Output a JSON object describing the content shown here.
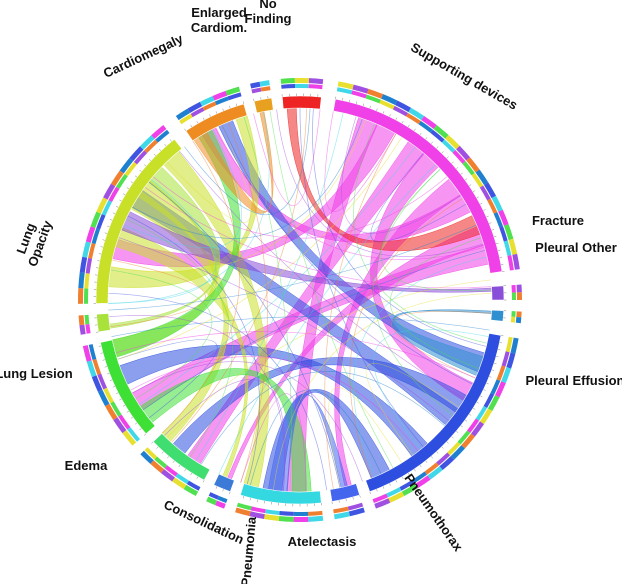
{
  "chart_data": {
    "type": "chord",
    "categories": [
      {
        "name": "No Finding",
        "label_lines": [
          "No",
          "Finding"
        ],
        "color": "#ee2424"
      },
      {
        "name": "Supporting devices",
        "label_lines": [
          "Supporting devices"
        ],
        "color": "#f040e8"
      },
      {
        "name": "Fracture",
        "label_lines": [
          "Fracture"
        ],
        "color": "#8a4fd8"
      },
      {
        "name": "Pleural Other",
        "label_lines": [
          "Pleural Other"
        ],
        "color": "#2f8fd0"
      },
      {
        "name": "Pleural Effusion",
        "label_lines": [
          "Pleural Effusion"
        ],
        "color": "#2e4ee0"
      },
      {
        "name": "Pneumothorax",
        "label_lines": [
          "Pneumothorax"
        ],
        "color": "#4466ee"
      },
      {
        "name": "Atelectasis",
        "label_lines": [
          "Atelectasis"
        ],
        "color": "#34d8e0"
      },
      {
        "name": "Pneumonia",
        "label_lines": [
          "Pneumonia"
        ],
        "color": "#3c7ad8"
      },
      {
        "name": "Consolidation",
        "label_lines": [
          "Consolidation"
        ],
        "color": "#40dd70"
      },
      {
        "name": "Edema",
        "label_lines": [
          "Edema"
        ],
        "color": "#3fe036"
      },
      {
        "name": "Lung Lesion",
        "label_lines": [
          "Lung Lesion"
        ],
        "color": "#a8e23a"
      },
      {
        "name": "Lung Opacity",
        "label_lines": [
          "Lung",
          "Opacity"
        ],
        "color": "#c8e028"
      },
      {
        "name": "Cardiomegaly",
        "label_lines": [
          "Cardiomegaly"
        ],
        "color": "#ee8c22"
      },
      {
        "name": "Enlarged Cardiom.",
        "label_lines": [
          "Enlarged",
          "Cardiom."
        ],
        "color": "#e8a020"
      }
    ],
    "chords": [
      {
        "from": "Supporting devices",
        "to": "Lung Opacity"
      },
      {
        "from": "Supporting devices",
        "to": "Pleural Effusion"
      },
      {
        "from": "Supporting devices",
        "to": "Cardiomegaly"
      },
      {
        "from": "Supporting devices",
        "to": "Edema"
      },
      {
        "from": "Supporting devices",
        "to": "Atelectasis"
      },
      {
        "from": "Supporting devices",
        "to": "Consolidation"
      },
      {
        "from": "Supporting devices",
        "to": "Pneumothorax"
      },
      {
        "from": "Supporting devices",
        "to": "Pneumonia"
      },
      {
        "from": "Pleural Effusion",
        "to": "Lung Opacity"
      },
      {
        "from": "Pleural Effusion",
        "to": "Edema"
      },
      {
        "from": "Pleural Effusion",
        "to": "Atelectasis"
      },
      {
        "from": "Pleural Effusion",
        "to": "Cardiomegaly"
      },
      {
        "from": "Pleural Effusion",
        "to": "Consolidation"
      },
      {
        "from": "Lung Opacity",
        "to": "Edema"
      },
      {
        "from": "Lung Opacity",
        "to": "Atelectasis"
      },
      {
        "from": "Lung Opacity",
        "to": "Cardiomegaly"
      },
      {
        "from": "Lung Opacity",
        "to": "Pneumonia"
      },
      {
        "from": "Lung Opacity",
        "to": "Consolidation"
      },
      {
        "from": "Edema",
        "to": "Cardiomegaly"
      },
      {
        "from": "Edema",
        "to": "Atelectasis"
      },
      {
        "from": "Pneumothorax",
        "to": "Atelectasis"
      },
      {
        "from": "Cardiomegaly",
        "to": "Enlarged Cardiom."
      },
      {
        "from": "No Finding",
        "to": "Supporting devices"
      },
      {
        "from": "Fracture",
        "to": "Lung Opacity"
      },
      {
        "from": "Pleural Other",
        "to": "Pleural Effusion"
      },
      {
        "from": "Lung Lesion",
        "to": "Lung Opacity"
      }
    ]
  }
}
